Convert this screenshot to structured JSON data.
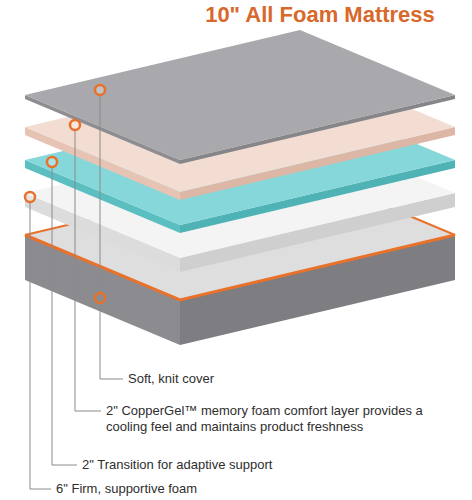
{
  "diagram": {
    "title": "10\" All Foam Mattress",
    "labels": [
      "Soft, knit cover",
      "2\" CopperGel™ memory foam comfort layer provides a cooling feel and maintains product freshness",
      "2\" Transition for adaptive support",
      "6\" Firm, supportive foam"
    ]
  }
}
